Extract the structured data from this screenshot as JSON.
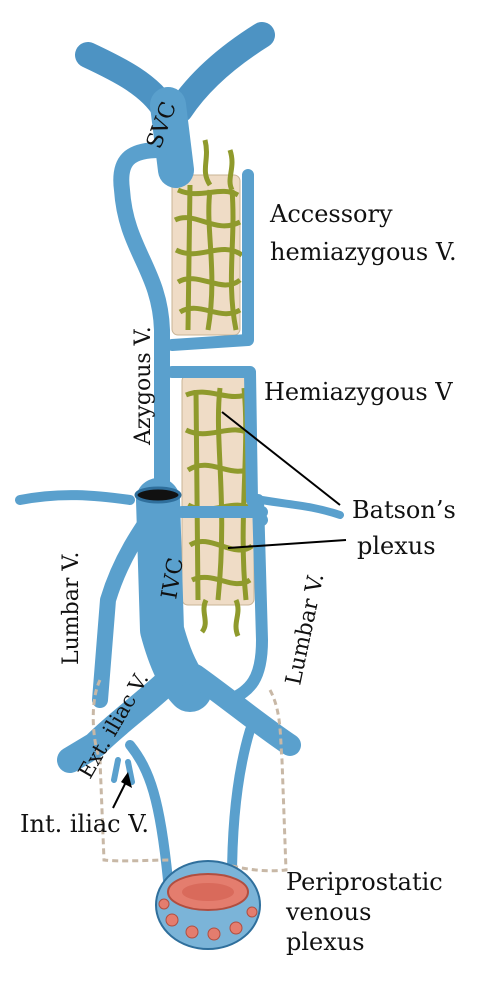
{
  "labels": {
    "svc": "SVC",
    "ivc": "IVC",
    "azygous": "Azygous V.",
    "accessory_line1": "Accessory",
    "accessory_line2": "hemiazygous V.",
    "hemiazygous": "Hemiazygous V",
    "batsons_line1": "Batson’s",
    "batsons_line2": "plexus",
    "lumbar_left": "Lumbar V.",
    "lumbar_right": "Lumbar V.",
    "ext_iliac": "Ext. iliac V.",
    "int_iliac": "Int. iliac V.",
    "periprostatic_line1": "Periprostatic",
    "periprostatic_line2": "venous",
    "periprostatic_line3": "plexus"
  },
  "colors": {
    "vein": "#5ea3cf",
    "vein_dark": "#2f6f9c",
    "plexus": "#a6b13a",
    "plexus_dark": "#6b7320",
    "vertebra": "#f0ddc8",
    "prostate": "#e58a7a"
  }
}
